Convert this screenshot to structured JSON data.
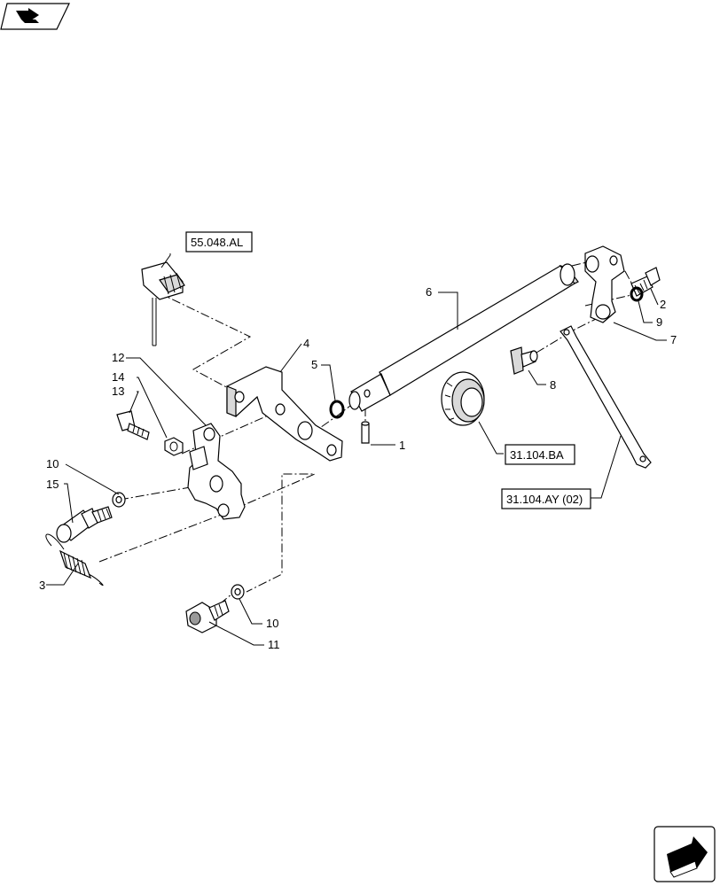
{
  "diagram": {
    "callouts": [
      {
        "id": "c1",
        "label": "1"
      },
      {
        "id": "c2",
        "label": "2"
      },
      {
        "id": "c3",
        "label": "3"
      },
      {
        "id": "c4",
        "label": "4"
      },
      {
        "id": "c5",
        "label": "5"
      },
      {
        "id": "c6",
        "label": "6"
      },
      {
        "id": "c7",
        "label": "7"
      },
      {
        "id": "c8",
        "label": "8"
      },
      {
        "id": "c9",
        "label": "9"
      },
      {
        "id": "c10a",
        "label": "10"
      },
      {
        "id": "c10b",
        "label": "10"
      },
      {
        "id": "c11",
        "label": "11"
      },
      {
        "id": "c12",
        "label": "12"
      },
      {
        "id": "c13",
        "label": "13"
      },
      {
        "id": "c14",
        "label": "14"
      },
      {
        "id": "c15",
        "label": "15"
      }
    ],
    "references": [
      {
        "id": "r1",
        "label": "55.048.AL"
      },
      {
        "id": "r2",
        "label": "31.104.BA"
      },
      {
        "id": "r3",
        "label": "31.104.AY (02)"
      }
    ]
  },
  "icons": {
    "top_left": "book-arrow-icon",
    "bottom_right": "next-page-arrow-icon"
  }
}
